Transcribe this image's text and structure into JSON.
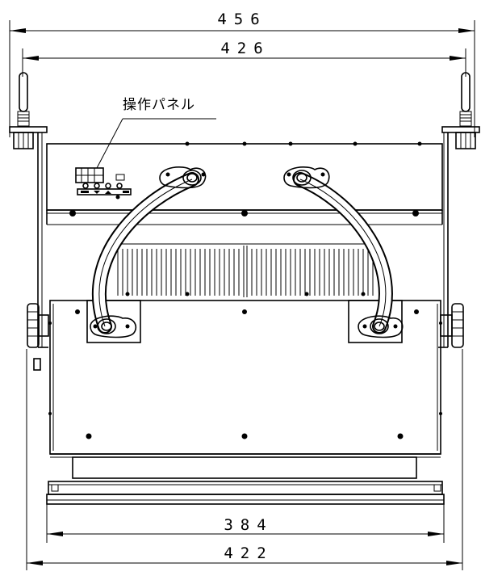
{
  "drawing": {
    "label": "操作パネル",
    "dimensions": {
      "overall_width": "456",
      "mount_width": "426",
      "body_width": "384",
      "base_width": "422"
    }
  },
  "colors": {
    "line": "#000000",
    "background": "#ffffff"
  }
}
